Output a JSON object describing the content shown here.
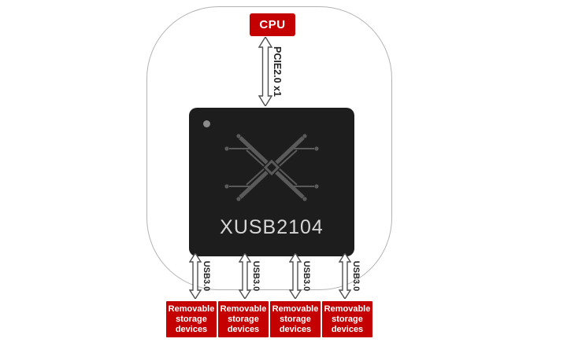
{
  "colors": {
    "accent_red": "#c40000",
    "chip_bg": "#1d1d1d",
    "frame_border": "#b3b3b3",
    "arrow_stroke": "#4f4f4f",
    "logo_stroke": "#5a5a5a",
    "chip_text": "#d6d6d6",
    "label_text": "#222222"
  },
  "cpu": {
    "label": "CPU"
  },
  "pcie": {
    "label": "PCIE2.0 x1"
  },
  "chip": {
    "name": "XUSB2104"
  },
  "usb_ports": [
    {
      "label": "USB3.0"
    },
    {
      "label": "USB3.0"
    },
    {
      "label": "USB3.0"
    },
    {
      "label": "USB3.0"
    }
  ],
  "devices": [
    {
      "label": "Removable storage devices"
    },
    {
      "label": "Removable storage devices"
    },
    {
      "label": "Removable storage devices"
    },
    {
      "label": "Removable storage devices"
    }
  ]
}
